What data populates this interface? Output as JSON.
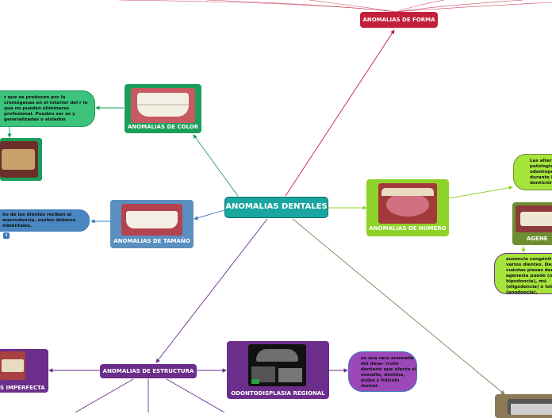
{
  "central": {
    "label": "ANOMALIAS DENTALES"
  },
  "forma": {
    "label": "ANOMALIAS DE FORMA"
  },
  "color": {
    "label": "ANOMALIAS DE COLOR",
    "note": "r que se producen por la cromógenas en el interior del r lo que no pueden eliminarse profesional. Pueden ser as y generalizadas o aislados"
  },
  "tamano": {
    "label": "ANOMALIAS DE TAMAÑO",
    "note": "ño de los dientes reciben el macrodoncia, suelen deberse mbientales.",
    "badge": "4"
  },
  "numero": {
    "label": "ANOMALIAS DE NUMERO",
    "note": "Las altera patologia odontope defecto. durante l dentición",
    "agenesia": "AGENE",
    "agenesia_note": "ausencia congénit varios dientes. Dep cuántas piezas den la agenesia puede (o hipodoncia), mú (oligodoncia) o tot (anodoncia)."
  },
  "estructura": {
    "label": "ANOMALIAS DE ESTRUCTURA",
    "imperfecta": "S IMPERFECTA"
  },
  "odonto": {
    "label": "ODONTODISPLASIA REGIONAL",
    "note": "es una rara anomalía del desa- rrollo dentario que afecta el esmalte, dentina, pulpa y folículo dental."
  },
  "colors": {
    "central": "#1aa6a0",
    "forma": "#c21f3a",
    "color": "#1c9e5b",
    "tamano": "#5b8fbf",
    "numero": "#8ed32a",
    "estructura": "#6b2e8a",
    "brown": "#8c7a55"
  }
}
